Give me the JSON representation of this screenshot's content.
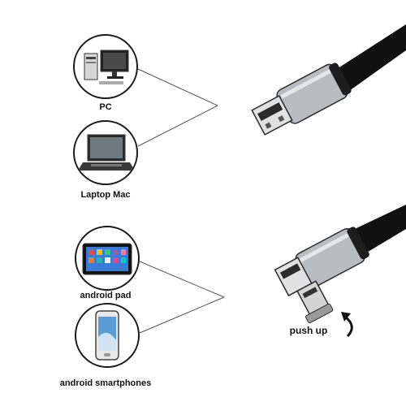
{
  "devices": [
    {
      "label": "PC",
      "icon": "pc-icon"
    },
    {
      "label": "Laptop Mac",
      "icon": "laptop-icon"
    },
    {
      "label": "android pad",
      "icon": "tablet-icon"
    },
    {
      "label": "android smartphones",
      "icon": "smartphone-icon"
    }
  ],
  "annotation": {
    "push_up": "push up"
  },
  "colors": {
    "cable": "#111111",
    "connector_body": "#b9bcc0",
    "outline": "#1a1a1a",
    "tablet_screen_accent": "#3a7bd5"
  }
}
